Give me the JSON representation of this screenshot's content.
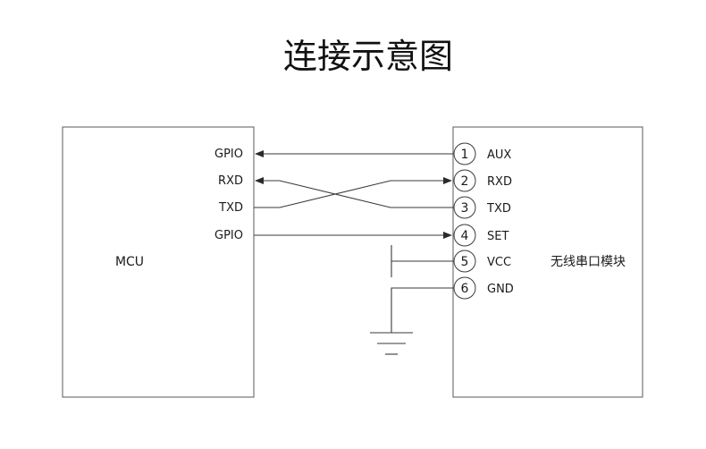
{
  "title": "连接示意图",
  "mcu": {
    "label": "MCU",
    "pins": [
      "GPIO",
      "RXD",
      "TXD",
      "GPIO"
    ]
  },
  "module": {
    "label": "无线串口模块",
    "pins": [
      {
        "num": "1",
        "label": "AUX"
      },
      {
        "num": "2",
        "label": "RXD"
      },
      {
        "num": "3",
        "label": "TXD"
      },
      {
        "num": "4",
        "label": "SET"
      },
      {
        "num": "5",
        "label": "VCC"
      },
      {
        "num": "6",
        "label": "GND"
      }
    ]
  }
}
